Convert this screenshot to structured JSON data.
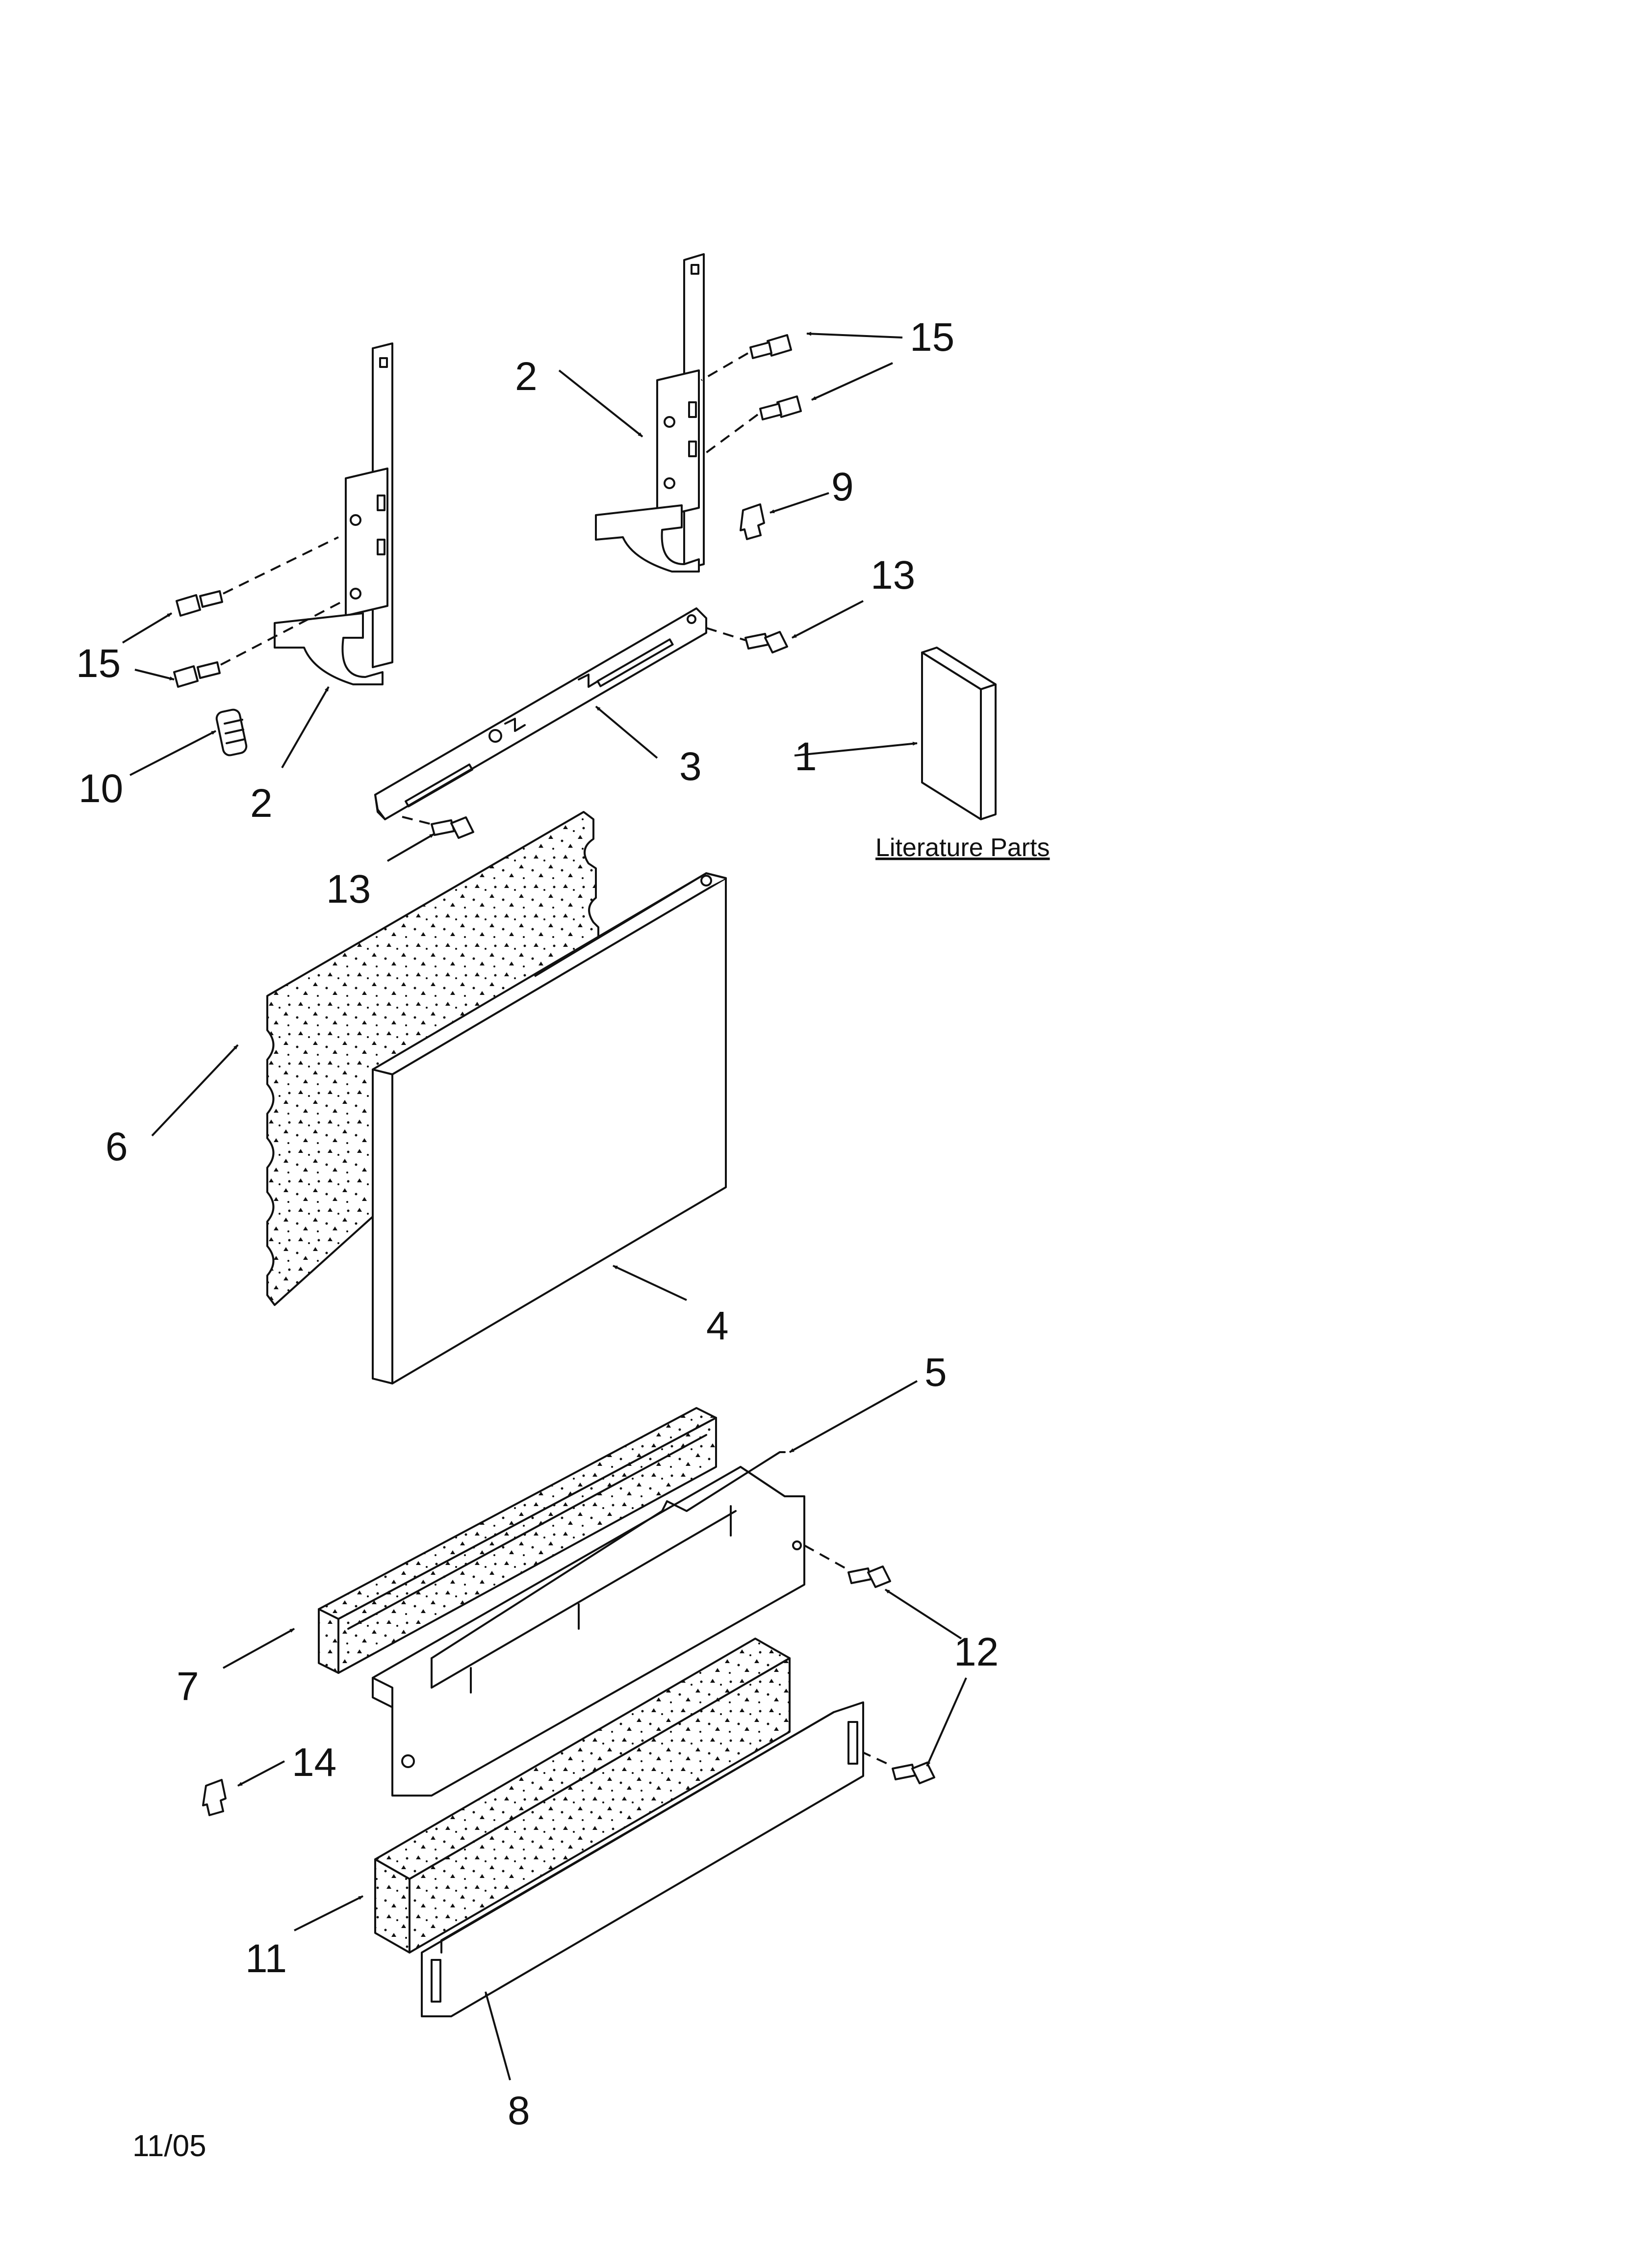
{
  "diagram": {
    "callouts": {
      "n1": "1",
      "n2a": "2",
      "n2b": "2",
      "n3": "3",
      "n4": "4",
      "n5": "5",
      "n6": "6",
      "n7": "7",
      "n8": "8",
      "n9": "9",
      "n10": "10",
      "n11": "11",
      "n12": "12",
      "n13a": "13",
      "n13b": "13",
      "n14": "14",
      "n15a": "15",
      "n15b": "15"
    },
    "literature_label": "Literature Parts",
    "date_code": "11/05"
  }
}
